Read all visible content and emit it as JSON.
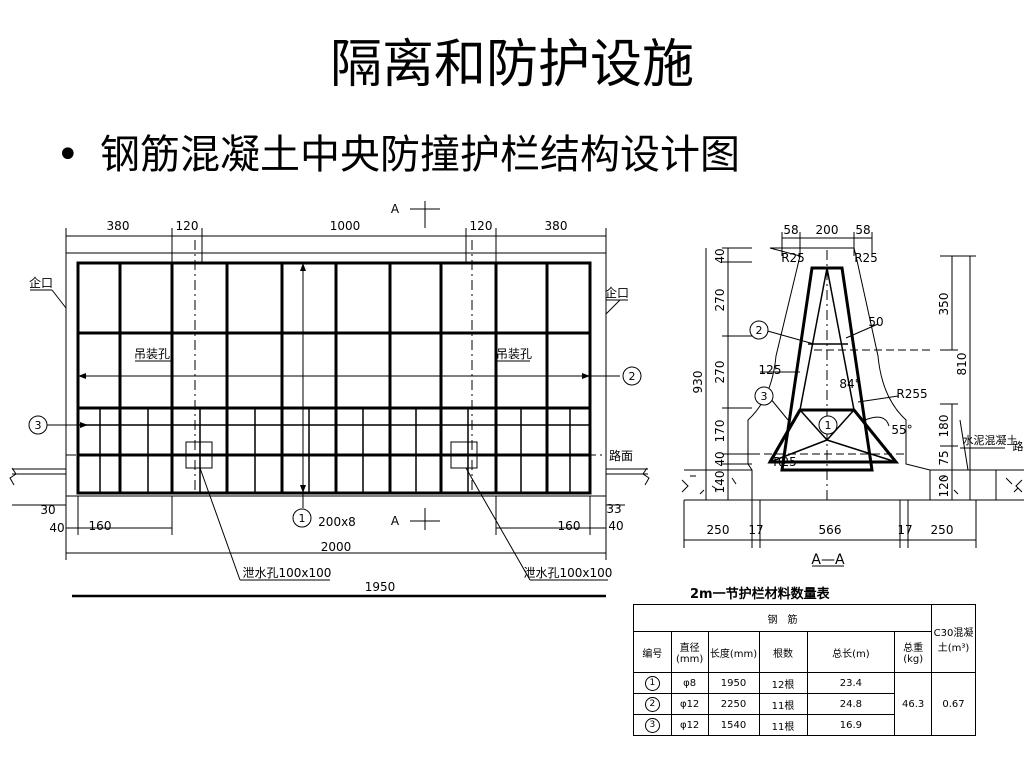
{
  "title": "隔离和防护设施",
  "bullet": "钢筋混凝土中央防撞护栏结构设计图",
  "elevation": {
    "top_dims": [
      "380",
      "120",
      "1000",
      "120",
      "380"
    ],
    "section_mark": "A",
    "label_left_mouth": "企口",
    "label_right_mouth": "企口",
    "hoist_hole_left": "吊装孔",
    "hoist_hole_right": "吊装孔",
    "road_surface": "路面",
    "rebar_1": "1",
    "rebar_2": "2",
    "rebar_3": "3",
    "spacing_label": "200x8",
    "dim_30": "30",
    "dim_33": "33",
    "dim_40_left": "40",
    "dim_40_right": "40",
    "dim_160_left": "160",
    "dim_160_right": "160",
    "dim_2000": "2000",
    "dim_1950": "1950",
    "drain_left": "泄水孔100x100",
    "drain_right": "泄水孔100x100"
  },
  "section": {
    "top_dims": [
      "58",
      "200",
      "58"
    ],
    "r25_left": "R25",
    "r25_right": "R25",
    "r25_bottom": "R25",
    "r255": "R255",
    "angle_84": "84°",
    "angle_55": "55°",
    "dim_50": "50",
    "dim_125": "125",
    "left_dims": [
      "40",
      "270",
      "270",
      "170",
      "40",
      "140"
    ],
    "dim_930": "930",
    "right_dims": [
      "350",
      "180",
      "75",
      "120"
    ],
    "dim_810": "810",
    "cement_concrete": "水泥混凝土",
    "road_cut": "路",
    "bottom_dims": [
      "250",
      "17",
      "566",
      "17",
      "250"
    ],
    "section_label": "A—A",
    "rebar_1": "1",
    "rebar_2": "2",
    "rebar_3": "3"
  },
  "table": {
    "title": "2m一节护栏材料数量表",
    "group_header": "钢　筋",
    "concrete_header": "C30混凝土(m³)",
    "headers": [
      "编号",
      "直径(mm)",
      "长度(mm)",
      "根数",
      "总长(m)",
      "总重(kg)"
    ],
    "rows": [
      {
        "no": "1",
        "dia": "φ8",
        "len": "1950",
        "count": "12根",
        "total": "23.4"
      },
      {
        "no": "2",
        "dia": "φ12",
        "len": "2250",
        "count": "11根",
        "total": "24.8"
      },
      {
        "no": "3",
        "dia": "φ12",
        "len": "1540",
        "count": "11根",
        "total": "16.9"
      }
    ],
    "total_weight": "46.3",
    "concrete_volume": "0.67"
  }
}
